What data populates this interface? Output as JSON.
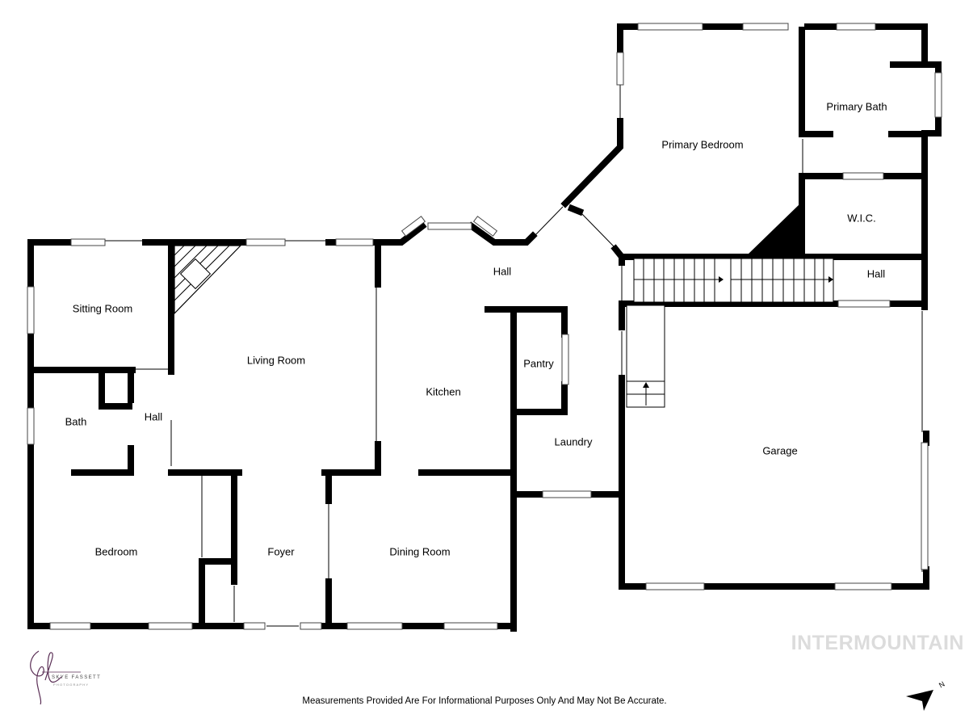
{
  "rooms": {
    "sitting_room": "Sitting Room",
    "living_room": "Living Room",
    "bath": "Bath",
    "hall_left": "Hall",
    "bedroom": "Bedroom",
    "foyer": "Foyer",
    "dining_room": "Dining Room",
    "kitchen": "Kitchen",
    "hall_center": "Hall",
    "pantry": "Pantry",
    "laundry": "Laundry",
    "primary_bedroom": "Primary Bedroom",
    "primary_bath": "Primary Bath",
    "wic": "W.I.C.",
    "hall_right": "Hall",
    "garage": "Garage"
  },
  "watermark": "INTERMOUNTAIN",
  "disclaimer": "Measurements Provided Are For Informational Purposes Only And May Not Be Accurate.",
  "logo": {
    "name": "SKYE FASSETT",
    "subtitle": "PHOTOGRAPHY"
  },
  "compass_label": "N",
  "colors": {
    "wall": "#000000",
    "watermark": "#dcdcdc",
    "background": "#ffffff"
  }
}
